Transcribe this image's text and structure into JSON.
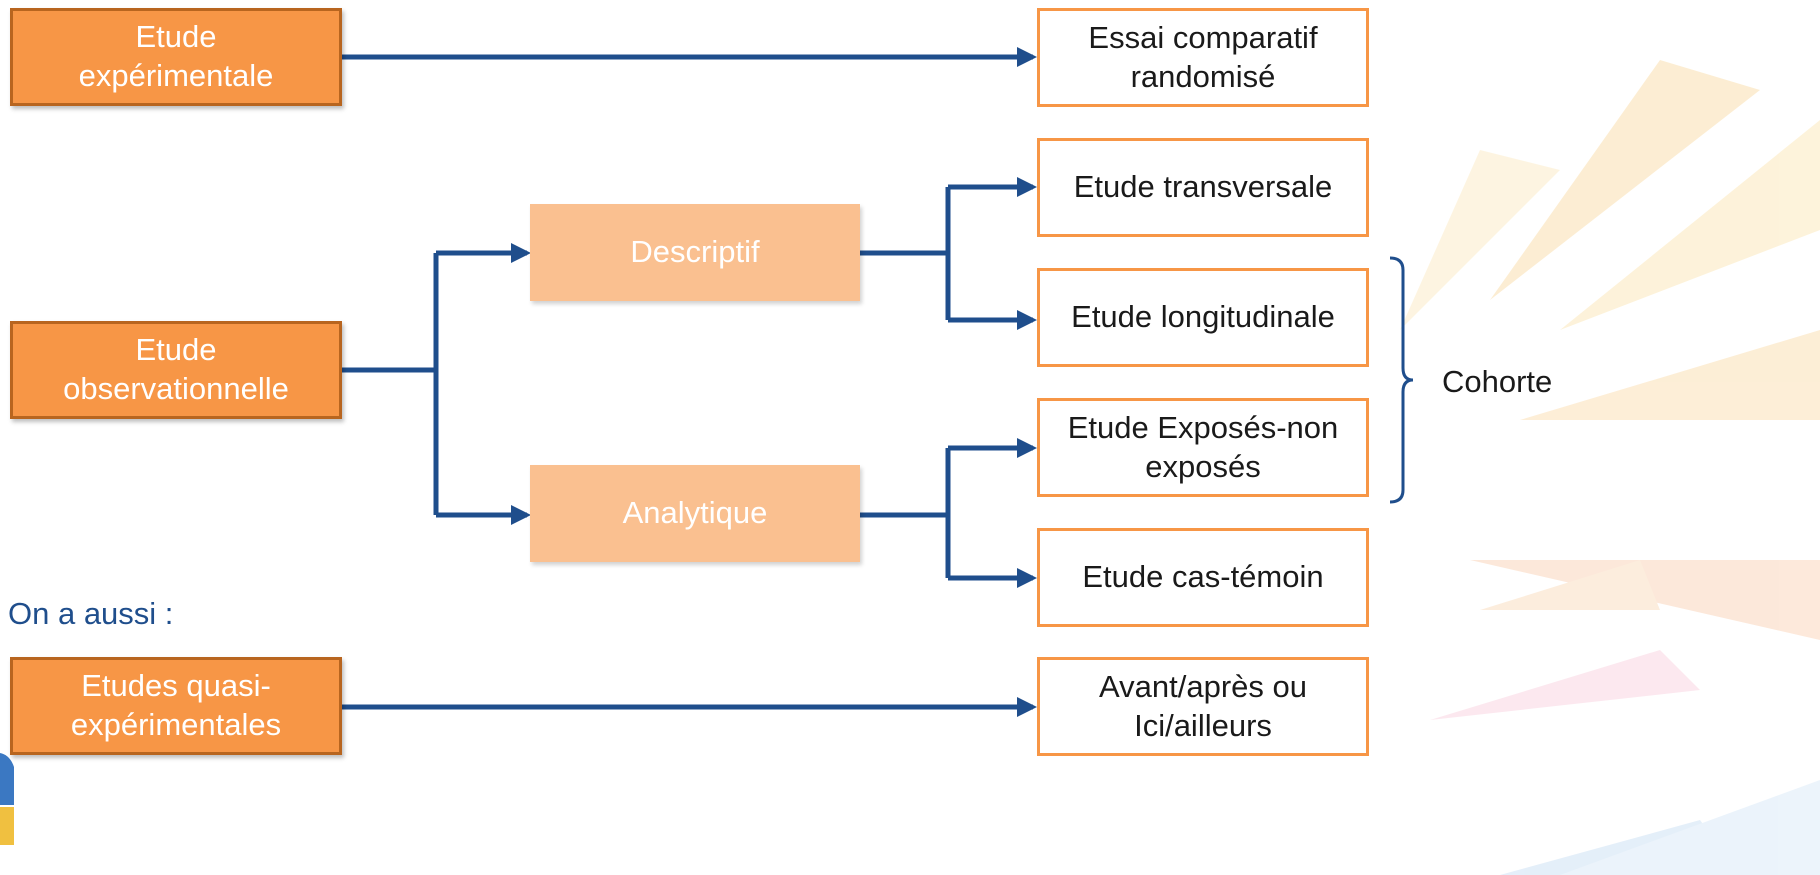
{
  "nodes": {
    "experimental": "Etude\nexpérimentale",
    "observational": "Etude\nobservationnelle",
    "quasi": "Etudes quasi-\nexpérimentales",
    "descriptif": "Descriptif",
    "analytique": "Analytique",
    "rct": "Essai comparatif\nrandomisé",
    "transversale": "Etude transversale",
    "longitudinale": "Etude longitudinale",
    "exposes": "Etude Exposés-non\nexposés",
    "cas_temoin": "Etude cas-témoin",
    "avant_apres": "Avant/après ou\nIci/ailleurs"
  },
  "cohort_label": "Cohorte",
  "also_label": "On a aussi :",
  "colors": {
    "arrow": "#1f4e8c",
    "main_fill": "#f79646",
    "main_border": "#b8651f",
    "mid_fill": "#fac090",
    "out_border": "#f79646",
    "label_text": "#1f4e8c"
  }
}
